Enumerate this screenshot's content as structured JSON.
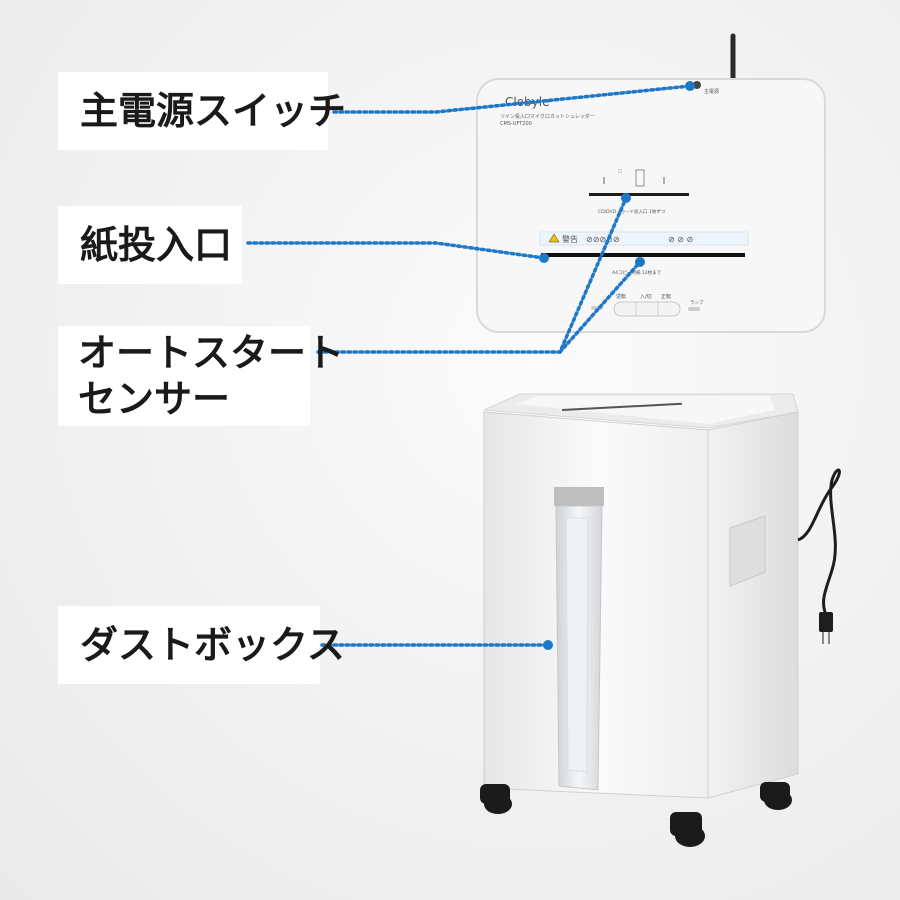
{
  "labels": {
    "power_switch": "主電源スイッチ",
    "paper_slot": "紙投入口",
    "auto_start_sensor_line1": "オートスタート",
    "auto_start_sensor_line2": "センサー",
    "dust_box": "ダストボックス"
  },
  "panel": {
    "brand": "Clobyle",
    "model_line1": "ツイン投入口マイクロカットシュレッダー",
    "model_line2": "CMS-UFT200",
    "power_tag": "主電源",
    "card_note": "CD/DVD・カード投入口 1枚ずつ",
    "warning_title": "警告",
    "warning_icons": "⊘⊘⊘⊘⊘",
    "paper_note": "A4コピー用紙 12枚まで",
    "btn_reverse": "逆転",
    "btn_on_off": "入/切",
    "btn_forward": "正転",
    "indicator_label": "ランプ"
  },
  "colors": {
    "dot_line": "#1e78c8",
    "label_bg": "#ffffff",
    "label_text": "#1a1a1a"
  }
}
